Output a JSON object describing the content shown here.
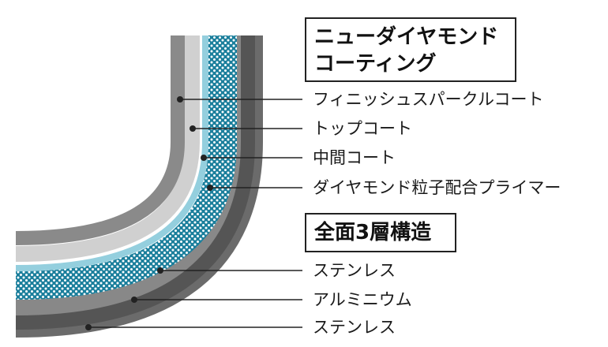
{
  "coating_title": [
    "ニューダイヤモンド",
    "コーティング"
  ],
  "coating_labels": [
    "フィニッシュスパークルコート",
    "トップコート",
    "中間コート",
    "ダイヤモンド粒子配合プライマー"
  ],
  "layers_title": "全面3層構造",
  "layer_labels": [
    "ステンレス",
    "アルミニウム",
    "ステンレス"
  ],
  "colors": {
    "outer_stainless": "#767676",
    "aluminum": "#5b5b5b",
    "inner_stainless": "#8e8e8e",
    "diamond_primer": "#1f8aa6",
    "middle_coat": "#2f9db8",
    "top_coat": "#d4d4d4",
    "finish_coat": "#8a8a8a",
    "dots": "#ffffff"
  }
}
